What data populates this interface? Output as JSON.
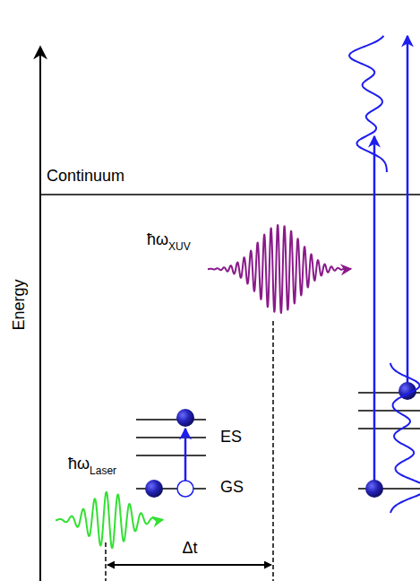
{
  "diagram": {
    "labels": [
      "Energy",
      "Continuum",
      "ħω",
      "XUV",
      "ħω",
      "Laser",
      "ES",
      "GS",
      "Δt"
    ]
  }
}
